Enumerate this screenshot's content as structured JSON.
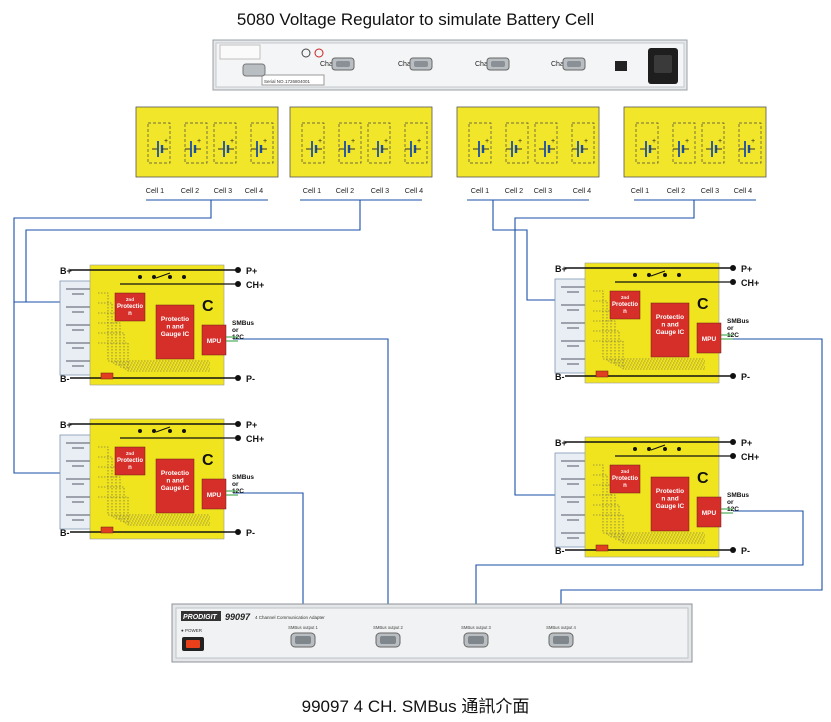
{
  "top_caption": "5080  Voltage Regulator to simulate Battery Cell",
  "bottom_caption": "99097  4 CH. SMBus 通訊介面",
  "regulator": {
    "channels": [
      "Channel4",
      "Channel3",
      "Channel2",
      "Channel1"
    ],
    "serial_label": "Serial NO.",
    "serial_value": "1726804001"
  },
  "cell_labels": [
    "Cell 1",
    "Cell 2",
    "Cell 3",
    "Cell 4"
  ],
  "pcm": {
    "b_plus": "B+",
    "b_minus": "B-",
    "p_plus": "P+",
    "ch_plus": "CH+",
    "p_minus": "P-",
    "c_label": "C",
    "protection_sup": "2nd",
    "protection_lines": [
      "Protectio",
      "n"
    ],
    "gauge_lines": [
      "Protectio",
      "n and",
      "Gauge IC"
    ],
    "mpu": "MPU",
    "smbus_lines": [
      "SMBus",
      "or",
      "12C"
    ]
  },
  "adapter": {
    "brand": "PRODIGIT",
    "model": "99097",
    "subtitle": "4 Channel Communication Adapter",
    "power_label": "● POWER",
    "outputs": [
      "SMBus output 1",
      "SMBus output 2",
      "SMBus output 3",
      "SMBus output 4"
    ]
  },
  "colors": {
    "wire": "#1a4fa8",
    "board_yellow": "#f0e41e",
    "chip_red": "#d62f2a",
    "cell_panel": "#f2e62a"
  }
}
